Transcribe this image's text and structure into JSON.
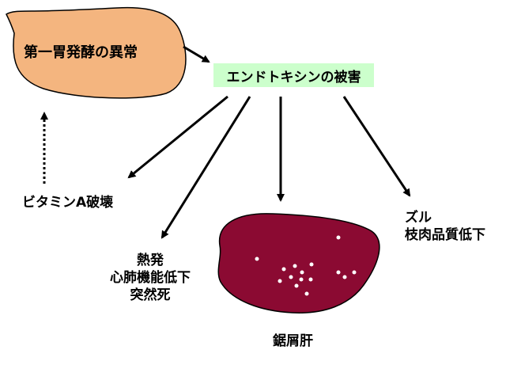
{
  "stomach": {
    "label": "第一胃発酵の異常",
    "fill": "#f4b57f"
  },
  "endotoxin": {
    "label": "エンドトキシンの被害",
    "fill": "#ccffcc"
  },
  "effects": {
    "vitamin_a": "ビタミンA破壊",
    "heart": [
      "熱発",
      "心肺機能低下",
      "突然死"
    ],
    "liver": "鋸屑肝",
    "meat": [
      "ズル",
      "枝肉品質低下"
    ]
  },
  "liver": {
    "fill": "#8b0a32"
  }
}
